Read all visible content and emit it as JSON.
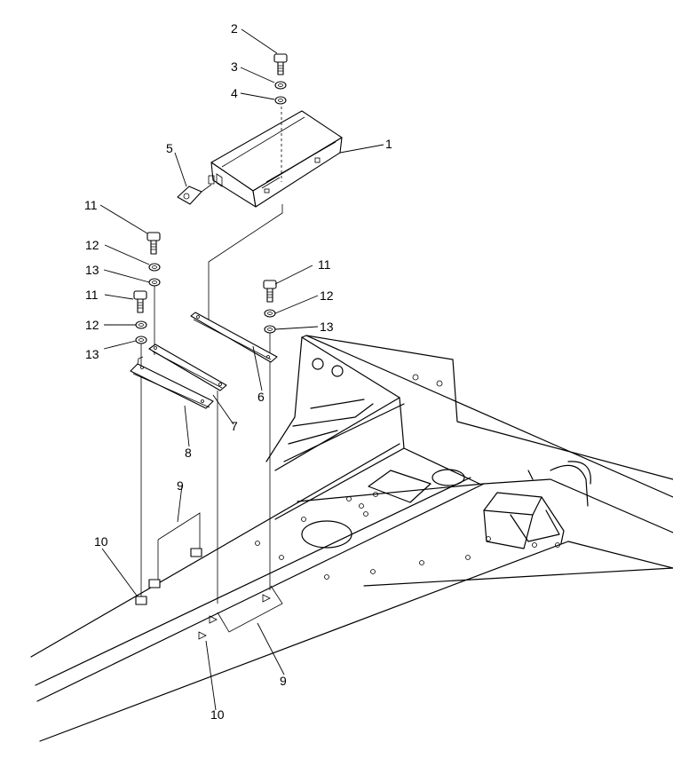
{
  "callouts": {
    "c1": "1",
    "c2": "2",
    "c3": "3",
    "c4": "4",
    "c5": "5",
    "c6": "6",
    "c7": "7",
    "c8": "8",
    "c9a": "9",
    "c9b": "9",
    "c10a": "10",
    "c10b": "10",
    "c11a": "11",
    "c11b": "11",
    "c11c": "11",
    "c12a": "12",
    "c12b": "12",
    "c12c": "12",
    "c13a": "13",
    "c13b": "13",
    "c13c": "13"
  }
}
